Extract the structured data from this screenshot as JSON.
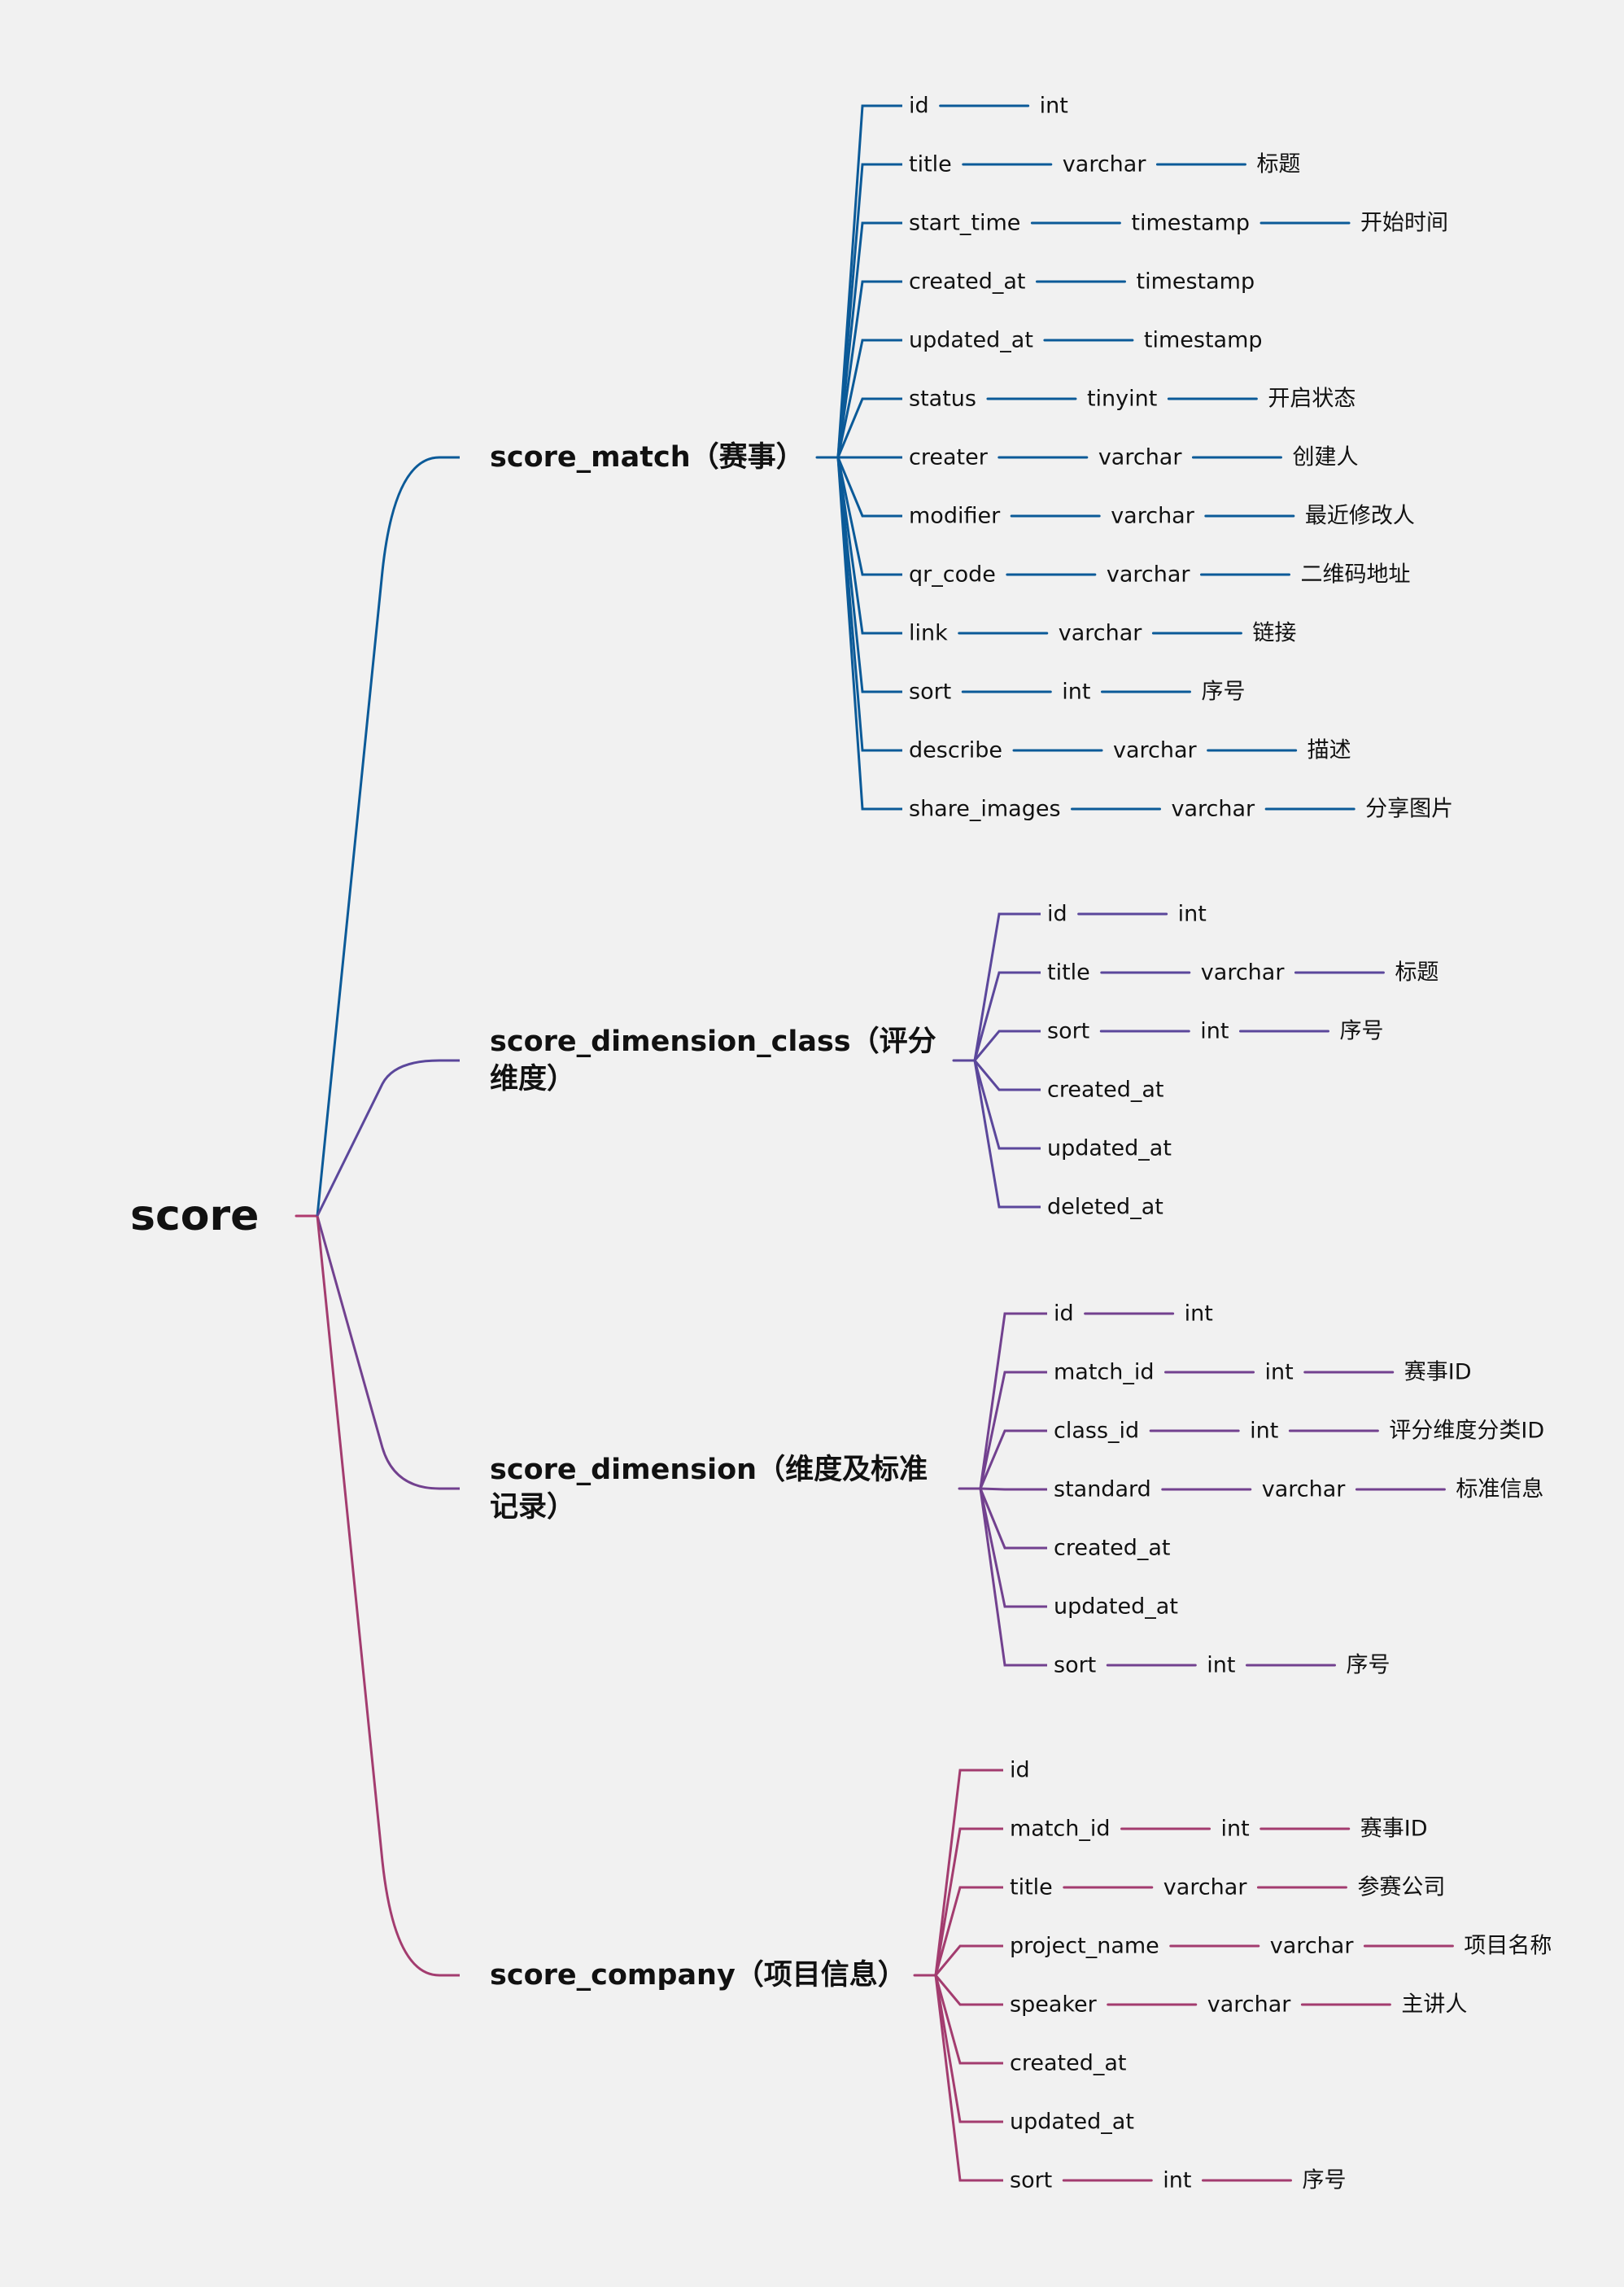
{
  "root": {
    "label": "score",
    "color": "#b03a6e"
  },
  "tables": [
    {
      "label": "score_match（赛事）",
      "color": "#0b5a98",
      "fields": [
        [
          "id",
          "int"
        ],
        [
          "title",
          "varchar",
          "标题"
        ],
        [
          "start_time",
          "timestamp",
          "开始时间"
        ],
        [
          "created_at",
          "timestamp"
        ],
        [
          "updated_at",
          "timestamp"
        ],
        [
          "status",
          "tinyint",
          "开启状态"
        ],
        [
          "creater",
          "varchar",
          "创建人"
        ],
        [
          "modifier",
          "varchar",
          "最近修改人"
        ],
        [
          "qr_code",
          "varchar",
          "二维码地址"
        ],
        [
          "link",
          "varchar",
          "链接"
        ],
        [
          "sort",
          "int",
          "序号"
        ],
        [
          "describe",
          "varchar",
          "描述"
        ],
        [
          "share_images",
          "varchar",
          "分享图片"
        ]
      ]
    },
    {
      "label": "score_dimension_class（评分维度）",
      "color": "#5b479b",
      "fields": [
        [
          "id",
          "int"
        ],
        [
          "title",
          "varchar",
          "标题"
        ],
        [
          "sort",
          "int",
          "序号"
        ],
        [
          "created_at"
        ],
        [
          "updated_at"
        ],
        [
          "deleted_at"
        ]
      ]
    },
    {
      "label": "score_dimension（维度及标准记录）",
      "color": "#72418f",
      "fields": [
        [
          "id",
          "int"
        ],
        [
          "match_id",
          "int",
          "赛事ID"
        ],
        [
          "class_id",
          "int",
          "评分维度分类ID"
        ],
        [
          "standard",
          "varchar",
          "标准信息"
        ],
        [
          "created_at"
        ],
        [
          "updated_at"
        ],
        [
          "sort",
          "int",
          "序号"
        ]
      ]
    },
    {
      "label": "score_company（项目信息）",
      "color": "#a33c6f",
      "fields": [
        [
          "id"
        ],
        [
          "match_id",
          "int",
          "赛事ID"
        ],
        [
          "title",
          "varchar",
          "参赛公司"
        ],
        [
          "project_name",
          "varchar",
          "项目名称"
        ],
        [
          "speaker",
          "varchar",
          "主讲人"
        ],
        [
          "created_at"
        ],
        [
          "updated_at"
        ],
        [
          "sort",
          "int",
          "序号"
        ]
      ]
    }
  ]
}
